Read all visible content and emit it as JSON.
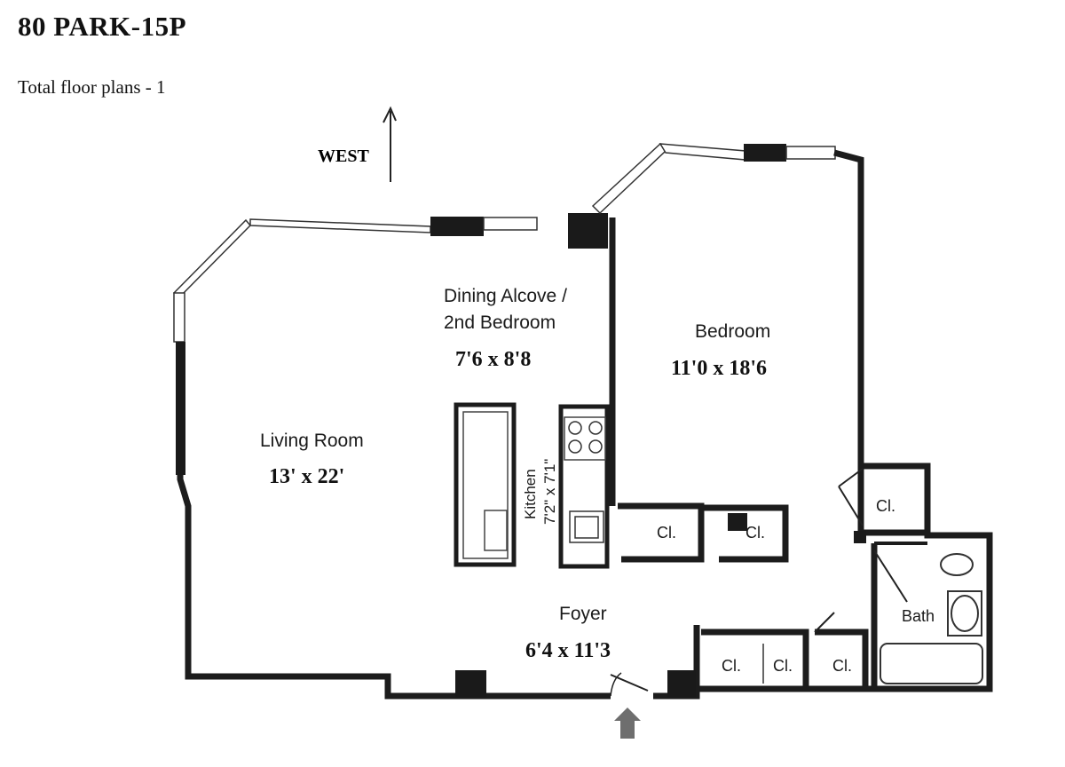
{
  "header": {
    "title": "80 PARK-15P",
    "subtitle": "Total floor plans - 1"
  },
  "compass": {
    "label": "WEST"
  },
  "rooms": {
    "living": {
      "name": "Living Room",
      "dims": "13' x 22'"
    },
    "dining": {
      "name_line1": "Dining Alcove /",
      "name_line2": "2nd Bedroom",
      "dims": "7'6 x 8'8"
    },
    "bedroom": {
      "name": "Bedroom",
      "dims": "11'0 x 18'6"
    },
    "kitchen": {
      "name": "Kitchen",
      "dims": "7'2\" x 7'1\""
    },
    "foyer": {
      "name": "Foyer",
      "dims": "6'4 x 11'3"
    },
    "bath": {
      "name": "Bath"
    }
  },
  "closets": {
    "label": "Cl."
  },
  "colors": {
    "wall": "#1c1c1c",
    "entry_arrow": "#6e6e6e",
    "background": "#ffffff"
  }
}
